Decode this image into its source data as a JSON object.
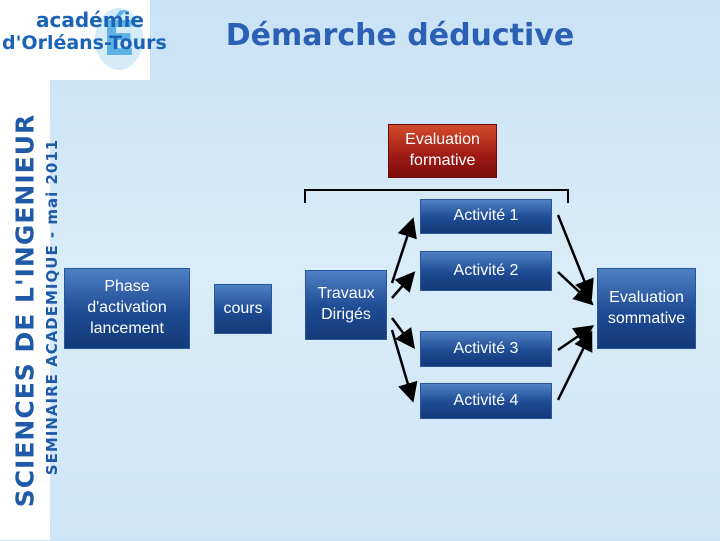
{
  "header": {
    "logo_line1": "académie",
    "logo_line2": "d'Orléans-Tours",
    "logo_mark": "É",
    "title": "Démarche déductive"
  },
  "sidebar": {
    "main": "SCIENCES DE L'INGENIEUR",
    "sub": "SEMINAIRE ACADEMIQUE - mai 2011"
  },
  "diagram": {
    "phase": "Phase d'activation lancement",
    "cours": "cours",
    "travaux": "Travaux Dirigés",
    "eval_formative": "Evaluation formative",
    "activite1": "Activité 1",
    "activite2": "Activité 2",
    "activite3": "Activité 3",
    "activite4": "Activité 4",
    "eval_sommative": "Evaluation sommative"
  },
  "colors": {
    "blue_box": "#1d4b94",
    "red_box": "#9e1a14",
    "title": "#2b60b5"
  }
}
